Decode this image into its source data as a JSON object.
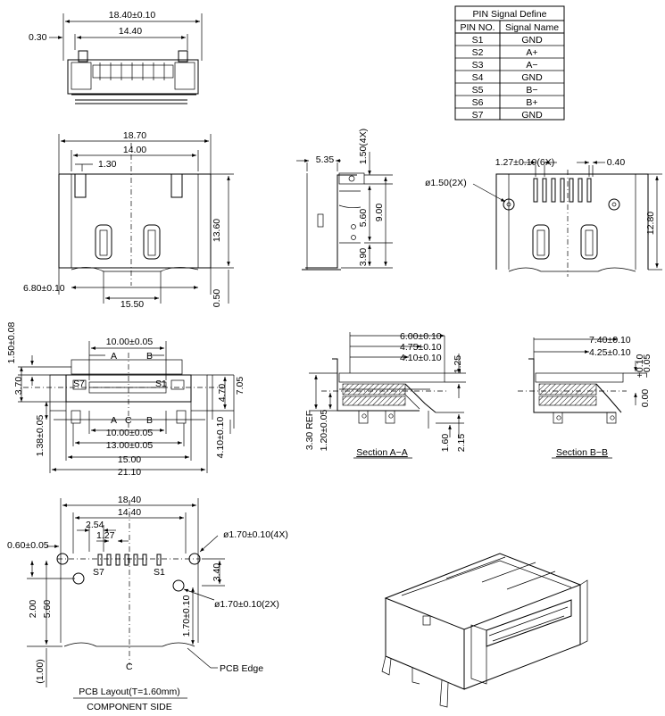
{
  "pin_table": {
    "title": "PIN Signal Define",
    "headers": [
      "PIN NO.",
      "Signal Name"
    ],
    "rows": [
      {
        "pin": "S1",
        "signal": "GND"
      },
      {
        "pin": "S2",
        "signal": "A+"
      },
      {
        "pin": "S3",
        "signal": "A−"
      },
      {
        "pin": "S4",
        "signal": "GND"
      },
      {
        "pin": "S5",
        "signal": "B−"
      },
      {
        "pin": "S6",
        "signal": "B+"
      },
      {
        "pin": "S7",
        "signal": "GND"
      }
    ]
  },
  "front_view": {
    "dims": [
      "18.40±0.10",
      "14.40",
      "0.30"
    ]
  },
  "top_view": {
    "dims": [
      "18.70",
      "14.00",
      "1.30",
      "13.60",
      "6.80±0.10",
      "15.50",
      "0.50"
    ]
  },
  "side_view": {
    "dims": [
      "5.35",
      "1.50(4X)",
      "5.60",
      "9.00",
      "3.90"
    ]
  },
  "bottom_view": {
    "dims": [
      "1.27±0.10(6X)",
      "0.40",
      "ø1.50(2X)",
      "12.80"
    ]
  },
  "mating_view": {
    "dims": [
      "10.00±0.05",
      "1.50±0.08",
      "3.70",
      "4.70",
      "7.05",
      "10.00±0.05",
      "13.00±0.05",
      "15.00",
      "21.10",
      "1.38±0.05",
      "4.10±0.10"
    ],
    "labels": [
      "A",
      "B",
      "S7",
      "S1",
      "A",
      "C",
      "B"
    ]
  },
  "section_a": {
    "dims": [
      "6.00±0.10",
      "4.75±0.10",
      "4.10±0.10",
      "1.25",
      "3.30 REF",
      "1.20±0.05",
      "1.60",
      "2.15"
    ],
    "caption": "Section A−A"
  },
  "section_b": {
    "dims": [
      "7.40±0.10",
      "4.25±0.10",
      "0.00",
      "+0.10",
      "−0.05"
    ],
    "caption": "Section B−B"
  },
  "pcb_layout": {
    "dims": [
      "18.40",
      "14.40",
      "2.54",
      "1.27",
      "0.60±0.05",
      "ø1.70±0.10(4X)",
      "3.40",
      "ø1.70±0.10(2X)",
      "2.00",
      "5.60",
      "1.70±0.10",
      "(1.00)"
    ],
    "labels": [
      "S7",
      "S1",
      "PCB Edge",
      "C"
    ],
    "caption_line1": "PCB Layout(T=1.60mm)",
    "caption_line2": "COMPONENT SIDE"
  }
}
